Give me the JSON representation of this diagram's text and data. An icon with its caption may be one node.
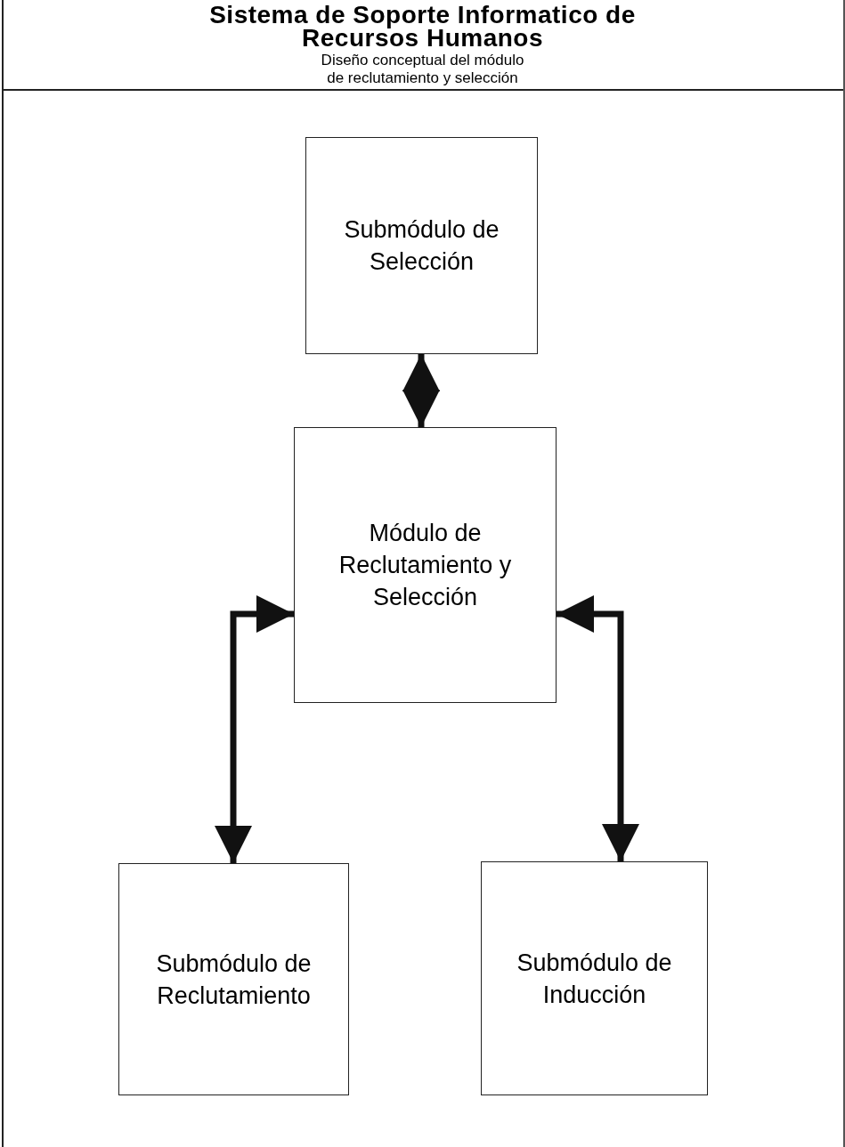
{
  "diagram": {
    "title": "Sistema de Soporte Informatico de Recursos Humanos",
    "nodes": [
      {
        "text": [
          "Submódulo de Selección"
        ]
      },
      {
        "text": [
          "Módulo de Reclutamiento y Selección"
        ]
      },
      {
        "text": [
          "Submódulo de Reclutamiento"
        ]
      },
      {
        "text": [
          "Submódulo de Inducción"
        ]
      }
    ],
    "edges": [
      {
        "from": 0,
        "to": 1,
        "arrow": "both"
      },
      {
        "from": 2,
        "to": 1,
        "arrow": "both"
      },
      {
        "from": 3,
        "to": 1,
        "arrow": "both"
      }
    ],
    "labels": [
      "Diseño conceptual del módulo de reclutamiento y selección"
    ]
  }
}
